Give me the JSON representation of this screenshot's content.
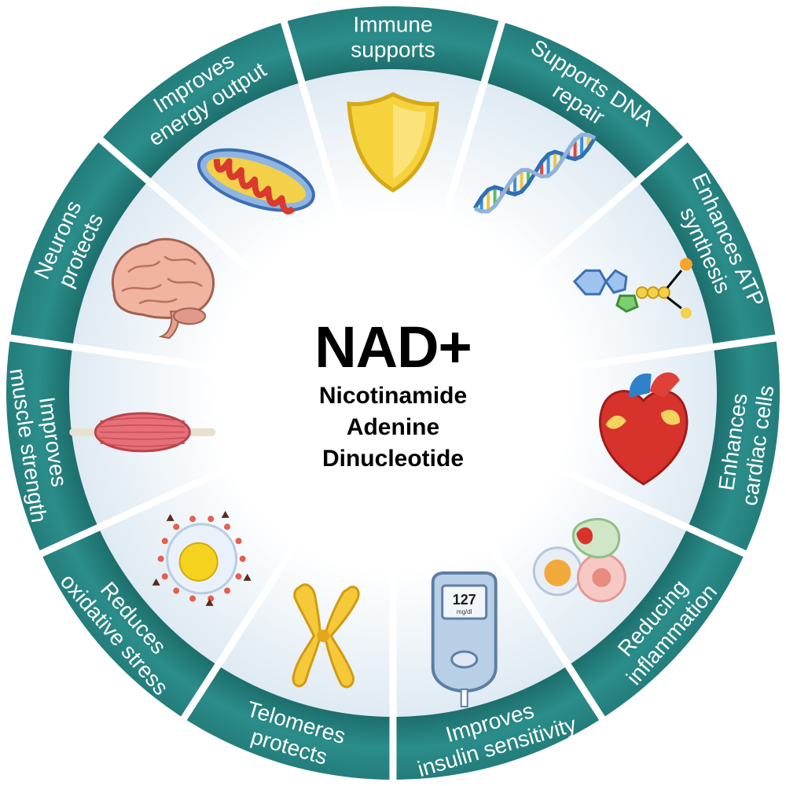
{
  "center": {
    "title": "NAD+",
    "line1": "Nicotinamide",
    "line2": "Adenine",
    "line3": "Dinucleotide"
  },
  "segments": [
    {
      "label_lines": [
        "Immune",
        "supports"
      ],
      "icon": "shield-icon"
    },
    {
      "label_lines": [
        "Supports DNA",
        "repair"
      ],
      "icon": "dna-icon"
    },
    {
      "label_lines": [
        "Enhances ATP",
        "synthesis"
      ],
      "icon": "atp-molecule-icon"
    },
    {
      "label_lines": [
        "Enhances",
        "cardiac cells"
      ],
      "icon": "heart-icon"
    },
    {
      "label_lines": [
        "Reducing",
        "inflammation"
      ],
      "icon": "immune-cells-icon"
    },
    {
      "label_lines": [
        "Improves",
        "insulin sensitivity"
      ],
      "icon": "glucometer-icon",
      "reading": "127",
      "unit": "mg/dl"
    },
    {
      "label_lines": [
        "Telomeres",
        "protects"
      ],
      "icon": "chromosome-icon"
    },
    {
      "label_lines": [
        "Reduces",
        "oxidative stress"
      ],
      "icon": "oxidative-cell-icon"
    },
    {
      "label_lines": [
        "Improves",
        "muscle strength"
      ],
      "icon": "muscle-icon"
    },
    {
      "label_lines": [
        "Neurons",
        "protects"
      ],
      "icon": "brain-icon"
    },
    {
      "label_lines": [
        "Improves",
        "energy output"
      ],
      "icon": "mitochondria-icon"
    }
  ],
  "colors": {
    "ring": "#2a8a88",
    "ring_dark": "#1d6f6d",
    "panel": "#eaf2f8",
    "label_text": "#ffffff",
    "divider": "#ffffff"
  }
}
